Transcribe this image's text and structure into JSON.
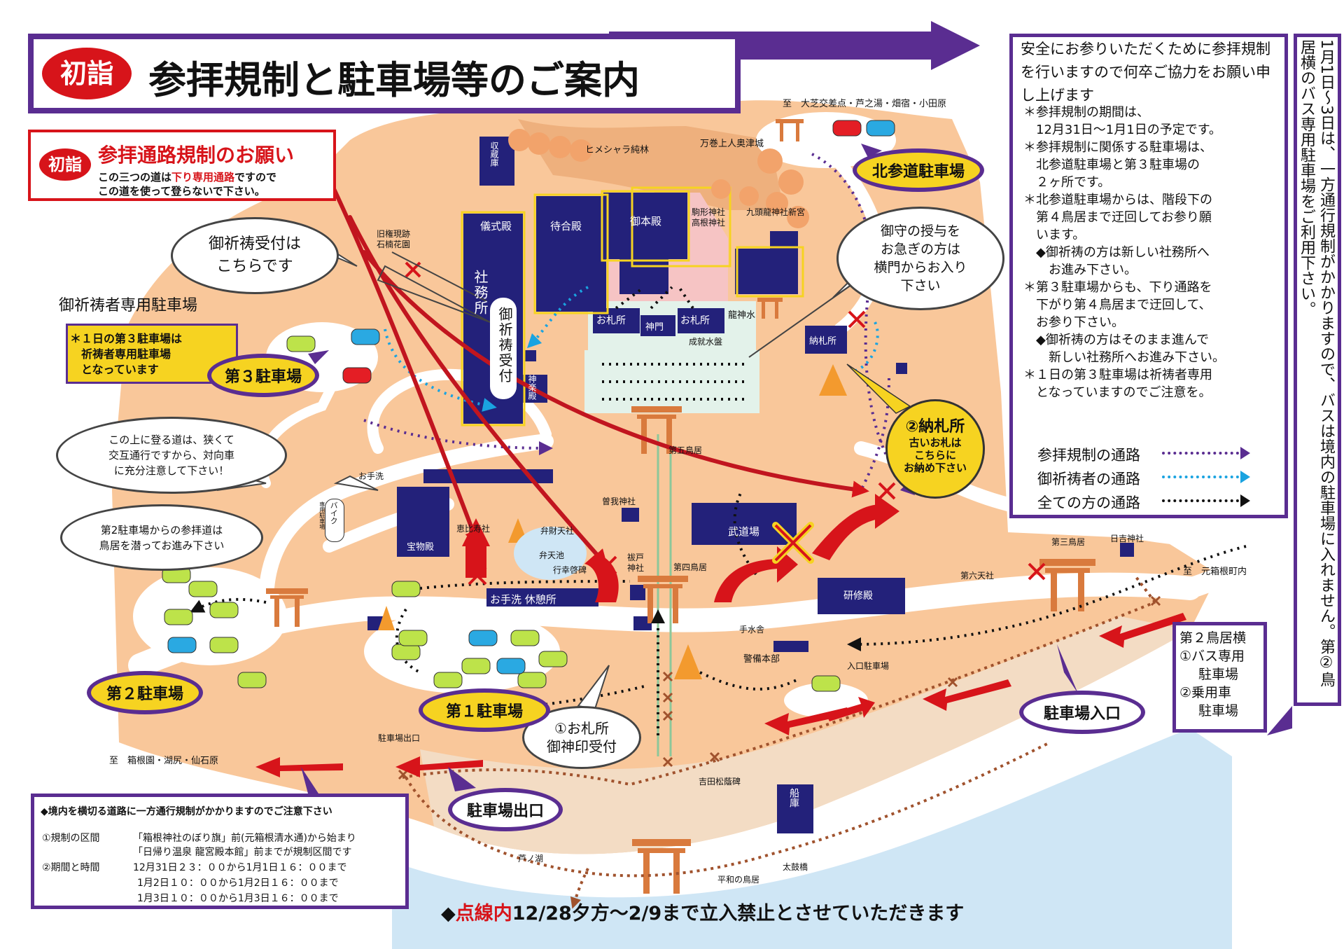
{
  "header": {
    "badge": "初詣",
    "title": "参拝規制と駐車場等のご案内"
  },
  "request": {
    "badge": "初詣",
    "title": "参拝通路規制のお願い",
    "line1_a": "この三つの道は",
    "line1_red": "下り専用通路",
    "line1_b": "ですので",
    "line2": "この道を使って登らないで下さい。"
  },
  "info": {
    "intro": "安全にお参りいただくために参拝規制を行いますので何卒ご協力をお願い申し上げます",
    "notes": [
      "＊参拝規制の期間は、",
      "　12月31日～1月1日の予定です。",
      "＊参拝規制に関係する駐車場は、",
      "　北参道駐車場と第３駐車場の",
      "　２ヶ所です。",
      "＊北参道駐車場からは、階段下の",
      "　第４鳥居まで迂回してお参り願",
      "　います。",
      "　◆御祈祷の方は新しい社務所へ",
      "　　お進み下さい。",
      "＊第３駐車場からも、下り通路を",
      "　下がり第４鳥居まで迂回して、",
      "　お参り下さい。",
      "　◆御祈祷の方はそのまま進んで",
      "　　新しい社務所へお進み下さい。",
      "＊１日の第３駐車場は祈祷者専用",
      "　となっていますのでご注意を。"
    ],
    "legend": [
      {
        "label": "参拝規制の通路",
        "color": "#5a2d91"
      },
      {
        "label": "御祈祷者の通路",
        "color": "#1aa3e0"
      },
      {
        "label": "全ての方の通路",
        "color": "#111111"
      }
    ]
  },
  "vertical_notice": "1月1日～3日は、一方通行規制がかかりますので、バスは境内の駐車場に入れません。第②鳥居横のバス専用駐車場をご利用下さい。",
  "bus": {
    "title": "第２鳥居横",
    "l1": "①バス専用",
    "l2": "駐車場",
    "l3": "②乗用車",
    "l4": "駐車場"
  },
  "regulation": {
    "title": "◆境内を横切る道路に一方通行規制がかかりますのでご注意下さい",
    "l1_label": "①規制の区間",
    "l1_a": "「箱根神社のぼり旗」前(元箱根清水通)から始まり",
    "l1_b": "「日帰り温泉 龍宮殿本館」前までが規制区間です",
    "l2_label": "②期間と時間",
    "l2_a": "12月31日２３：００から1月1日１６：００まで",
    "l2_b": "1月2日１０：００から1月2日１６：００まで",
    "l2_c": "1月3日１０：００から1月3日１６：００まで"
  },
  "footer": {
    "diamond": "◆",
    "red": "点線内",
    "rest": "12/28夕方～2/9まで立入禁止とさせていただきます"
  },
  "callouts": {
    "kito": "御祈祷受付は\nこちらです",
    "omamori": "御守の授与を\nお急ぎの方は\n横門からお入り\n下さい",
    "narrow": "この上に登る道は、狭くて\n交互通行ですから、対向車\nに充分注意して下さい！",
    "dai2": "第2駐車場からの参拝道は\n鳥居を潜ってお進み下さい",
    "ofuda": "①お札所\n御神印受付"
  },
  "noufuda": {
    "title": "②納札所",
    "l1": "古いお札は",
    "l2": "こちらに",
    "l3": "お納め下さい"
  },
  "prayer_parking": {
    "label": "御祈祷者専用駐車場",
    "l1": "＊１日の第３駐車場は",
    "l2": "　祈祷者専用駐車場",
    "l3": "　となっています"
  },
  "parking": {
    "north": "北参道駐車場",
    "p3": "第３駐車場",
    "p2": "第２駐車場",
    "p1": "第１駐車場",
    "entrance": "駐車場入口",
    "exit": "駐車場出口"
  },
  "buildings": {
    "gishikiden": "儀式殿",
    "shamusho": "社務所",
    "goki": "御祈祷受付",
    "shuzoko": "収蔵庫",
    "machiaiden": "待合殿",
    "gohonden": "御本殿",
    "ofudasho_l": "お札所",
    "ofudasho_r": "お札所",
    "shinmon": "神門",
    "kaguraden": "神楽殿",
    "homotsuden": "宝物殿",
    "butokujo": "武道場",
    "kenshuden": "研修殿",
    "otearai": "お手洗 休憩所",
    "nousatsusho": "納札所",
    "funagura": "船庫",
    "ryujinsui": "龍神水",
    "keibi": "警備本部"
  },
  "labels": {
    "to_top": "至　大芝交差点・芦之湯・畑宿・小田原",
    "to_right": "至　元箱根町内",
    "to_left": "至　箱根園・湖尻・仙石原",
    "himeshara": "ヒメシャラ純林",
    "mankan": "万巻上人奥津城",
    "komagata": "駒形神社",
    "takane": "高根神社",
    "kuzuryu": "九頭龍神社新宮",
    "kyugonken": "旧権現跡",
    "sekinan": "石楠花園",
    "jojusuiban": "成就水盤",
    "daigo": "第五鳥居",
    "soga": "曽我神社",
    "ebisu": "恵比寿社",
    "benzaiten": "弁財天社",
    "benten": "弁天池",
    "gyoko": "行幸啓碑",
    "haraido": "祓戸",
    "haraido2": "神社",
    "daiyon": "第四鳥居",
    "temizusha": "手水舎",
    "otearai2": "お手洗",
    "daisan": "第三鳥居",
    "hiyoshi": "日吉神社",
    "dairoku": "第六天社",
    "iriguchi": "入口駐車場",
    "parking_exit": "駐車場出口",
    "yoshida": "吉田松蔭碑",
    "ashinoko": "芦ノ湖",
    "heiwa": "平和の鳥居",
    "taiko": "太鼓橋",
    "bike": "バイク",
    "bike2": "専用駐車場"
  }
}
